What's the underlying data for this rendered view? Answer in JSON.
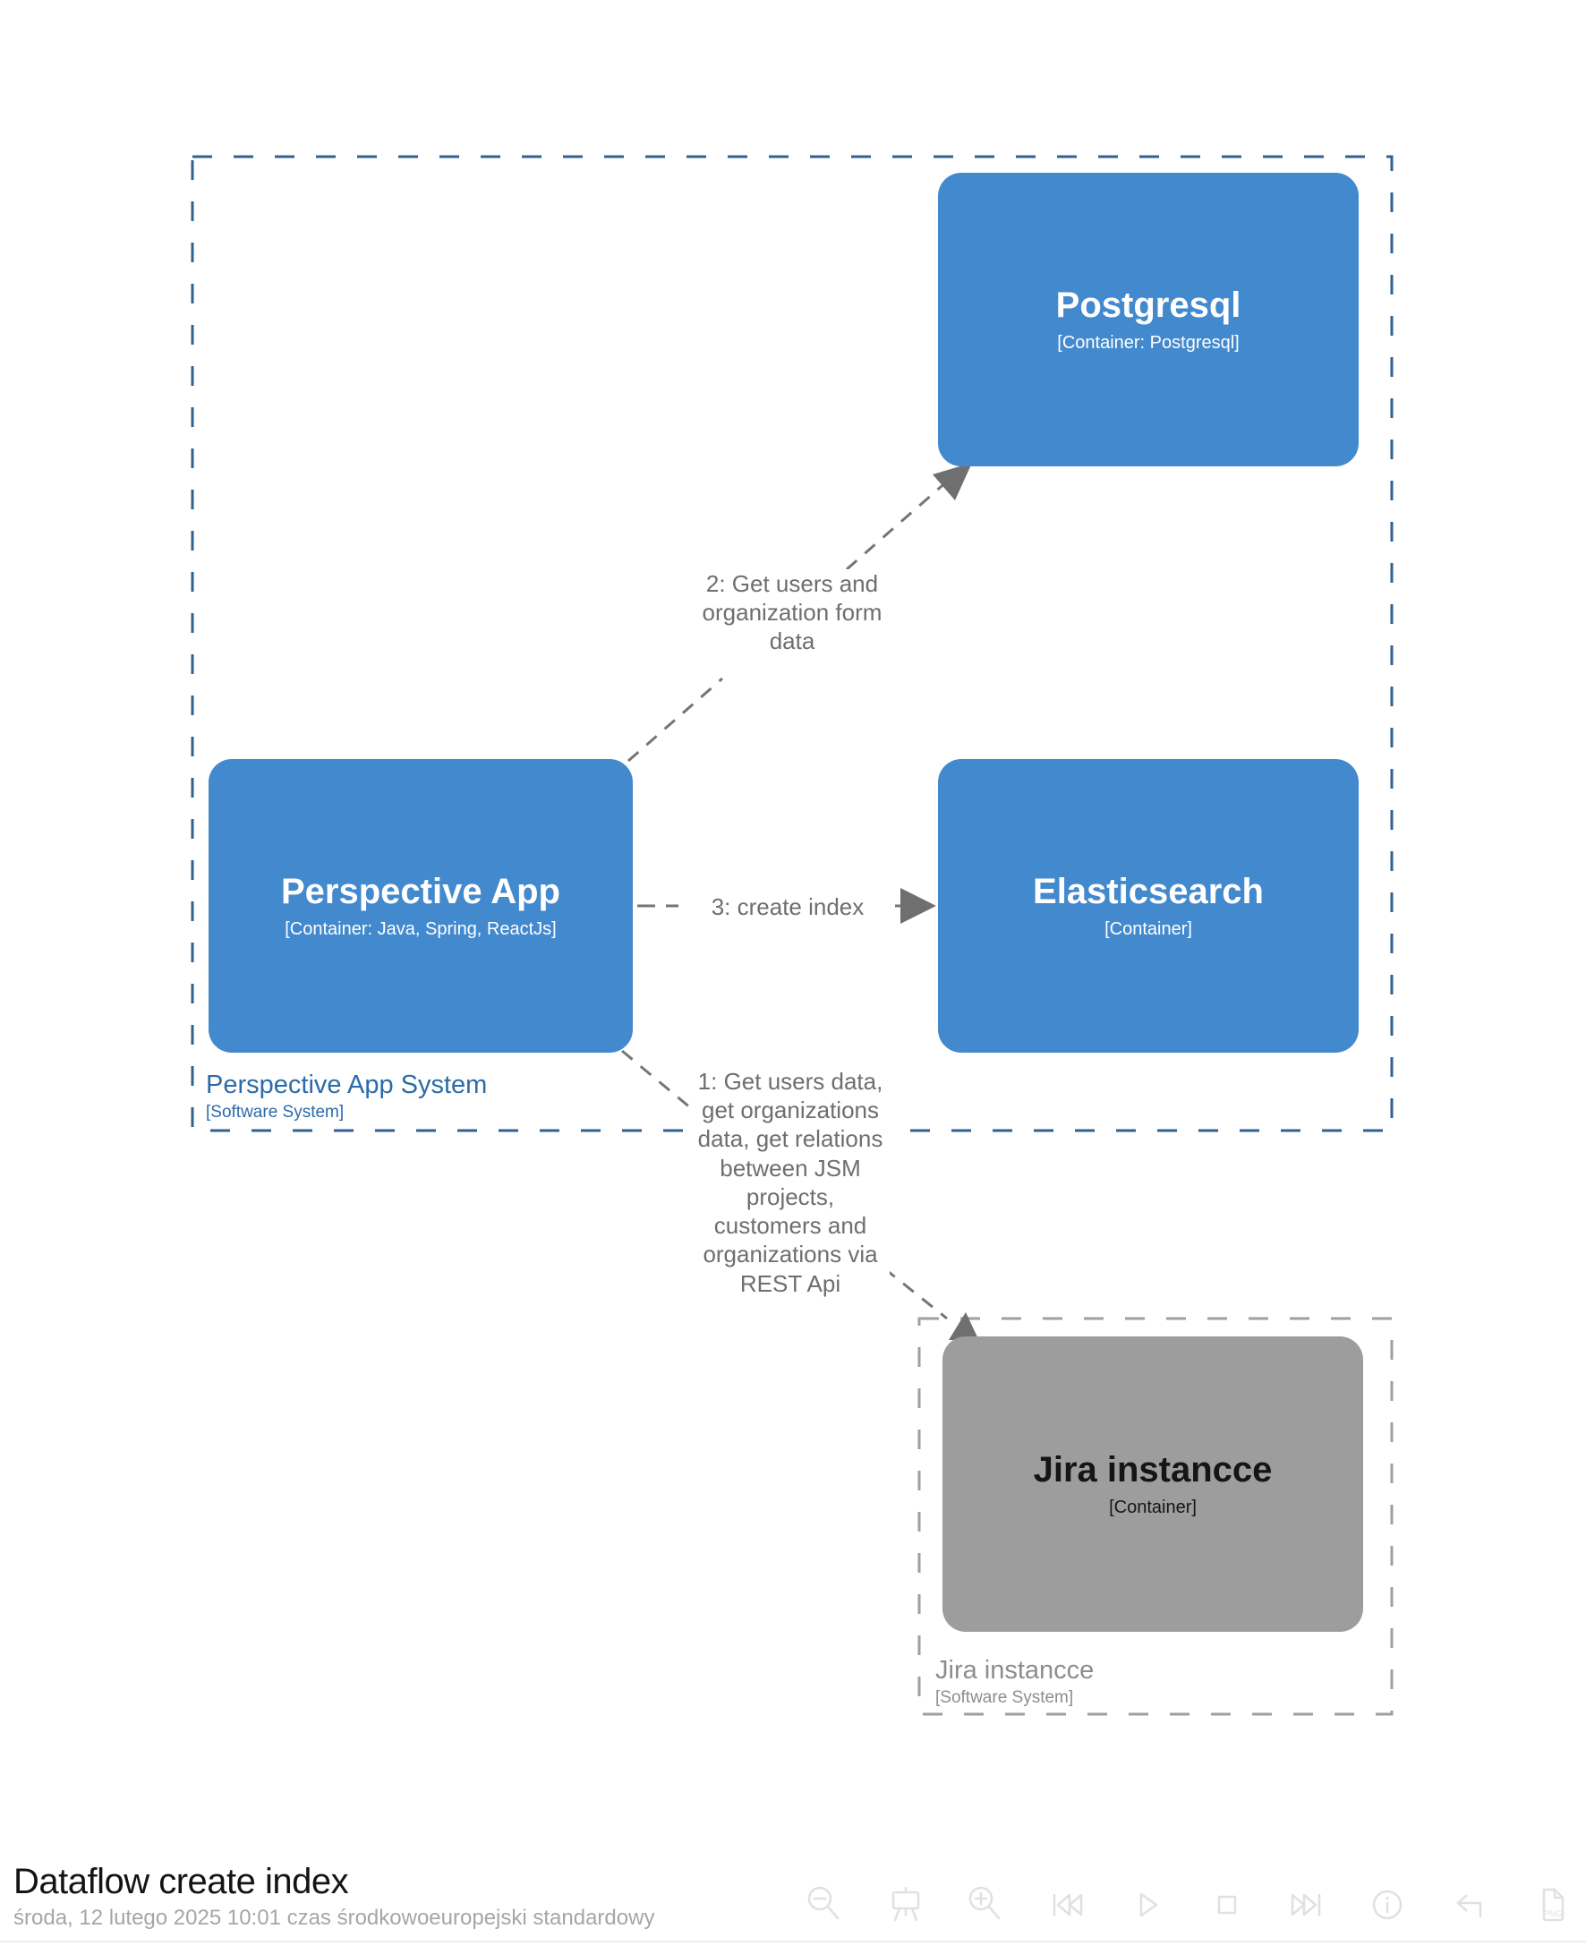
{
  "diagram": {
    "title": "Dataflow create index",
    "timestamp": "środa, 12 lutego 2025 10:01 czas środkowoeuropejski standardowy",
    "boundaries": {
      "perspective_app_system": {
        "label": "Perspective App System",
        "type": "[Software System]"
      },
      "jira": {
        "label": "Jira instancce",
        "type": "[Software System]"
      }
    },
    "nodes": {
      "postgresql": {
        "title": "Postgresql",
        "subtitle": "[Container: Postgresql]"
      },
      "perspective_app": {
        "title": "Perspective App",
        "subtitle": "[Container: Java, Spring, ReactJs]"
      },
      "elasticsearch": {
        "title": "Elasticsearch",
        "subtitle": "[Container]"
      },
      "jira_instance": {
        "title": "Jira instancce",
        "subtitle": "[Container]"
      }
    },
    "relationships": {
      "step1": {
        "label": "1: Get users data, get organizations data, get relations between JSM projects, customers and organizations via REST Api"
      },
      "step2": {
        "label": "2: Get users and organization form data"
      },
      "step3": {
        "label": "3: create index"
      }
    },
    "colors": {
      "container_blue": "#4389cd",
      "container_gray": "#9d9d9d",
      "boundary_blue": "#2f6191",
      "boundary_gray": "#9f9f9f",
      "relationship_gray": "#757575",
      "arrowhead_gray": "#6f6f6f",
      "label_blue": "#2a6ca9",
      "title_black": "#141414",
      "subtitle_gray": "#a6a6a6"
    },
    "toolbar": {
      "icons": [
        "zoom-out-icon",
        "presentation-icon",
        "zoom-in-icon",
        "skip-to-start-icon",
        "play-icon",
        "stop-icon",
        "skip-to-end-icon",
        "info-icon",
        "undo-icon",
        "export-png-icon"
      ],
      "export_label": "PNG"
    }
  }
}
